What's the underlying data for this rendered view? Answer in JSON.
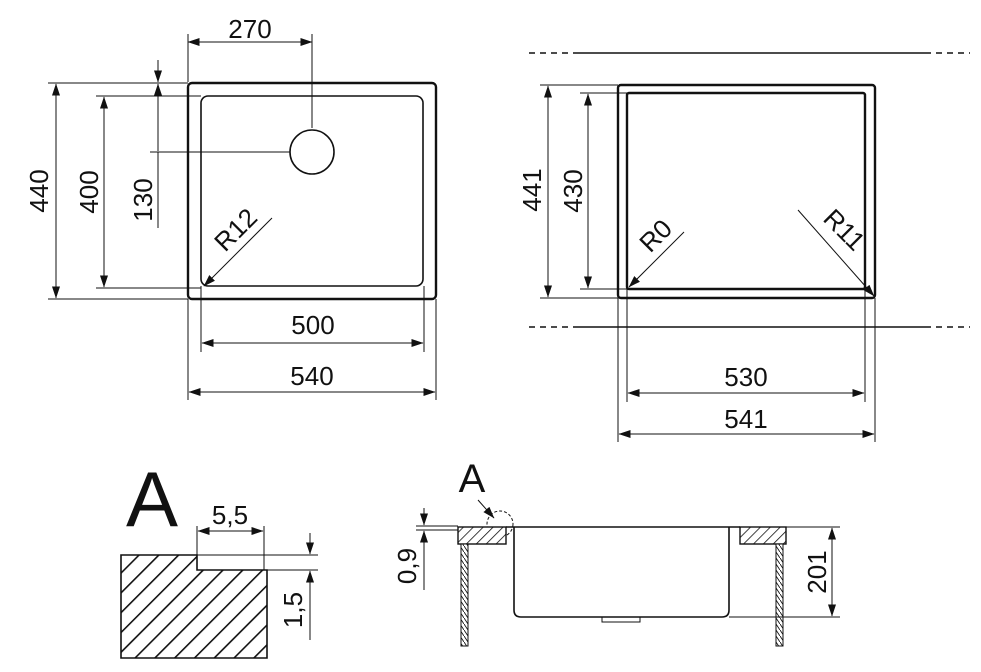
{
  "top_left_view": {
    "dims": {
      "hole_offset": "270",
      "outer_depth": "440",
      "inner_depth": "400",
      "hole_depth": "130",
      "corner_radius": "R12",
      "inner_width": "500",
      "outer_width": "540"
    }
  },
  "top_right_view": {
    "dims": {
      "outer_depth": "441",
      "inner_depth": "430",
      "radius_left": "R0",
      "radius_right": "R11",
      "inner_width": "530",
      "outer_width": "541"
    }
  },
  "detail_a": {
    "label": "A",
    "dims": {
      "width": "5,5",
      "height": "1,5"
    }
  },
  "section_view": {
    "detail_marker": "A",
    "dims": {
      "lip": "0,9",
      "depth": "201"
    }
  },
  "colors": {
    "line": "#111111",
    "background": "#ffffff"
  }
}
